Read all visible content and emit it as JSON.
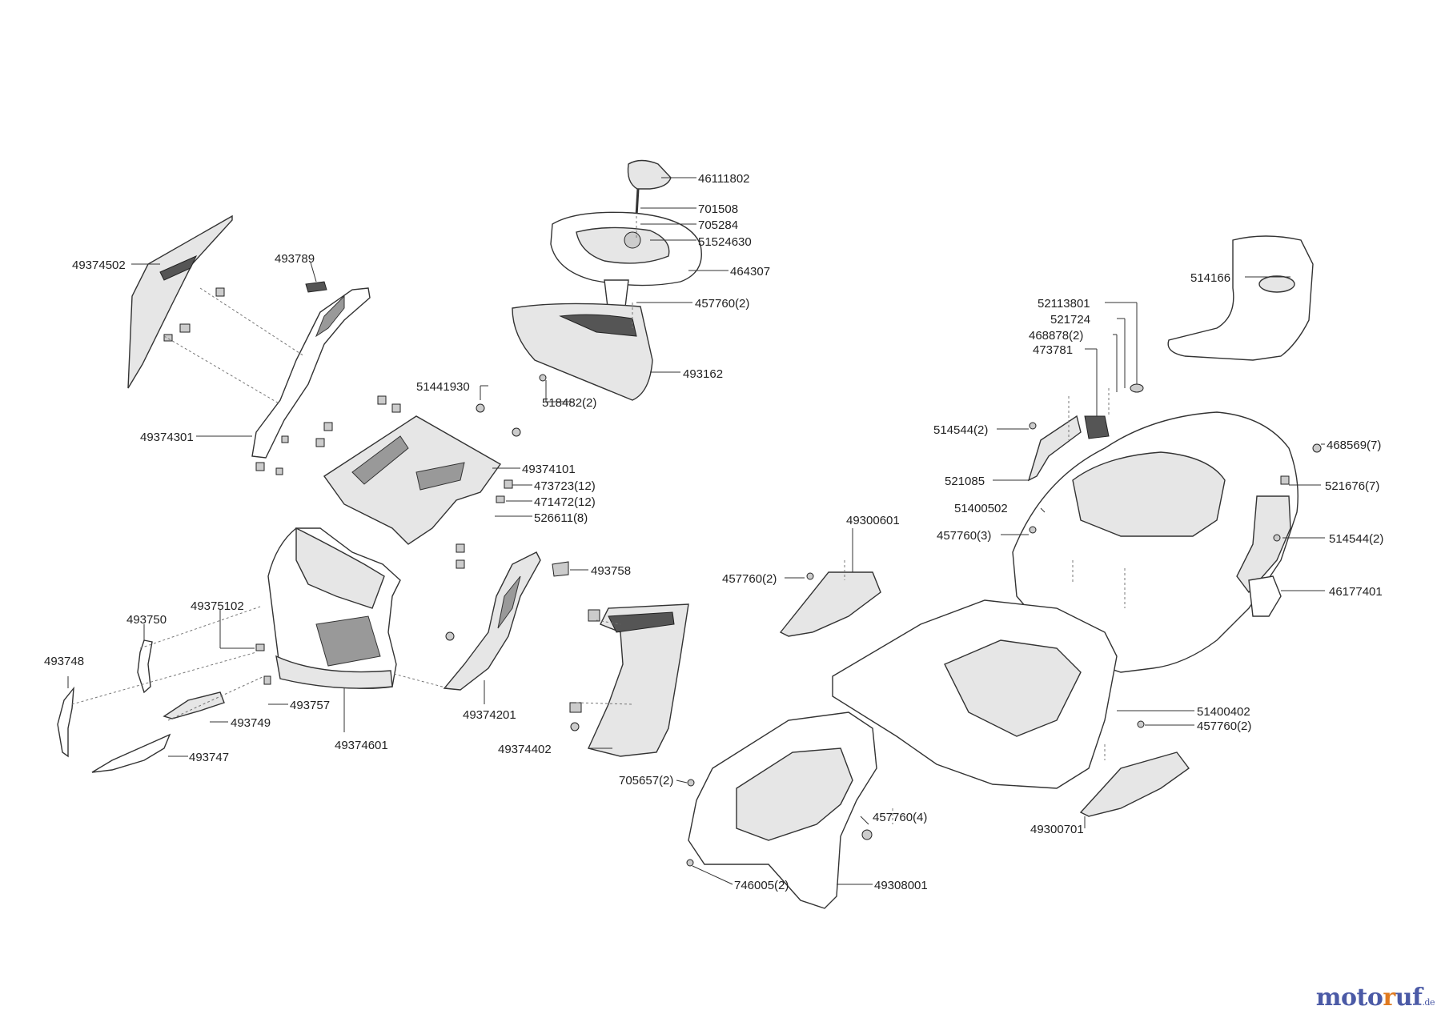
{
  "labels": {
    "l46111802": "46111802",
    "l701508": "701508",
    "l705284": "705284",
    "l51524630": "51524630",
    "l464307": "464307",
    "l457760_2_top": "457760(2)",
    "l493162": "493162",
    "l518482_2": "518482(2)",
    "l49374502": "49374502",
    "l493789": "493789",
    "l49374301": "49374301",
    "l51441930": "51441930",
    "l49374101": "49374101",
    "l473723_12": "473723(12)",
    "l471472_12": "471472(12)",
    "l526611_8": "526611(8)",
    "l493758": "493758",
    "l49375102": "49375102",
    "l493750": "493750",
    "l493748": "493748",
    "l493757": "493757",
    "l493749": "493749",
    "l493747": "493747",
    "l49374601": "49374601",
    "l49374201": "49374201",
    "l49374402": "49374402",
    "l514166": "514166",
    "l52113801": "52113801",
    "l521724": "521724",
    "l468878_2": "468878(2)",
    "l473781": "473781",
    "l514544_2_left": "514544(2)",
    "l521085": "521085",
    "l51400502": "51400502",
    "l457760_3": "457760(3)",
    "l468569_7": "468569(7)",
    "l521676_7": "521676(7)",
    "l514544_2_right": "514544(2)",
    "l46177401": "46177401",
    "l49300601": "49300601",
    "l457760_2_mid": "457760(2)",
    "l51400402": "51400402",
    "l457760_2_right": "457760(2)",
    "l49300701": "49300701",
    "l705657_2": "705657(2)",
    "l457760_4": "457760(4)",
    "l746005_2": "746005(2)",
    "l49308001": "49308001"
  },
  "watermark": {
    "part_a": "moto",
    "part_b": "r",
    "part_c": "uf",
    "tld": ".de"
  }
}
